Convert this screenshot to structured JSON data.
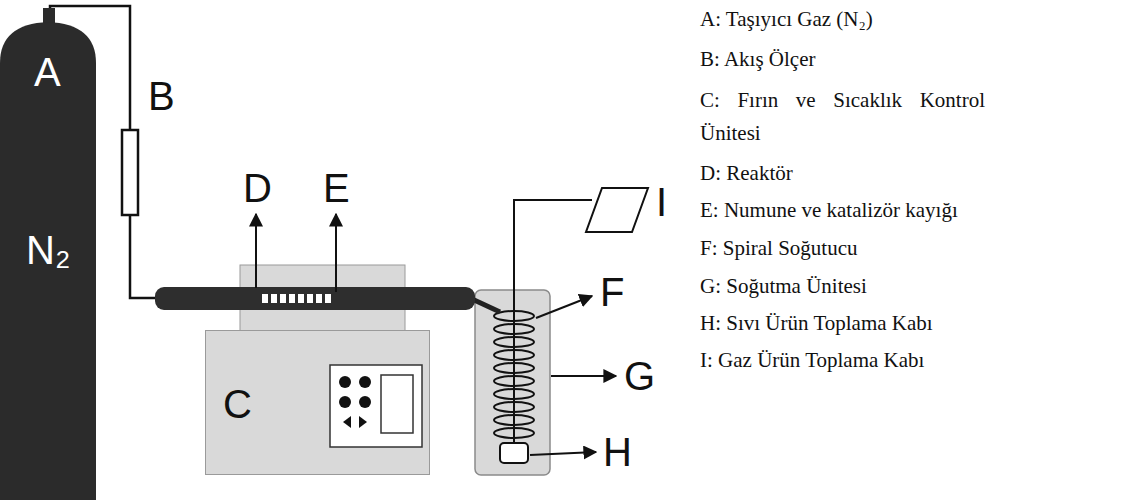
{
  "diagram": {
    "nodes": [
      {
        "text": [
          "A",
          "N₂"
        ]
      },
      {
        "text": [
          "C"
        ]
      }
    ],
    "labels": [
      "B",
      "D",
      "E",
      "F",
      "G",
      "H",
      "I",
      "A: Taşıyıcı Gaz (N₂)",
      "B: Akış Ölçer",
      "C: Fırın ve Sıcaklık Kontrol Ünitesi",
      "D: Reaktör",
      "E: Numune ve katalizör kayığı",
      "F: Spiral Soğutucu",
      "G: Soğutma Ünitesi",
      "H: Sıvı Ürün Toplama Kabı",
      "I: Gaz Ürün Toplama Kabı"
    ]
  }
}
